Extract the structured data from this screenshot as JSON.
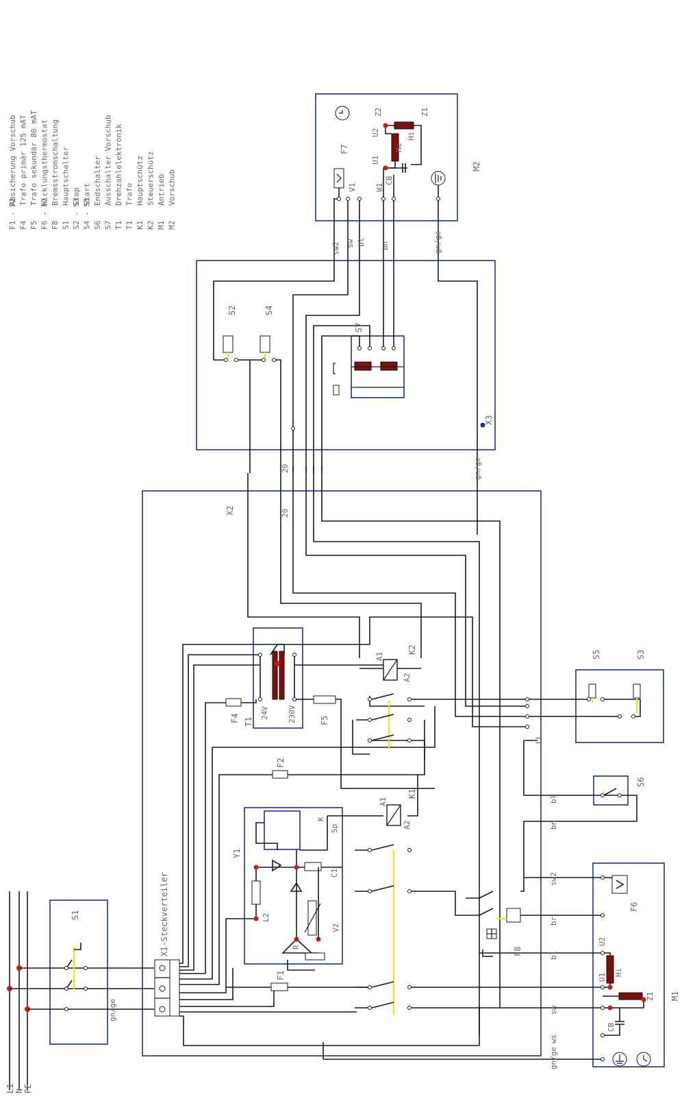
{
  "legend": [
    {
      "code": "F1 - F2",
      "text": "Absicherung Vorschub"
    },
    {
      "code": "F4",
      "text": "Trafo primär      125 mAT"
    },
    {
      "code": "F5",
      "text": "Trafo sekundär      80 mAT"
    },
    {
      "code": "F6 - F7",
      "text": "Wicklungsthermostat"
    },
    {
      "code": "F8",
      "text": "Bremsstromschaltung"
    },
    {
      "code": "S1",
      "text": "Hauptschalter"
    },
    {
      "code": "S2 - S3",
      "text": "Stop"
    },
    {
      "code": "S4 - S5",
      "text": "Start"
    },
    {
      "code": "S6",
      "text": "Endschalter"
    },
    {
      "code": "S7",
      "text": "Ausschalter       Vorschub"
    },
    {
      "code": "T1",
      "text": "Drehzahlelektronik"
    },
    {
      "code": "T1",
      "text": "Trafo"
    },
    {
      "code": "K1",
      "text": "Hauptschütz"
    },
    {
      "code": "K2",
      "text": "Steuerschütz"
    },
    {
      "code": "M1",
      "text": "Antrieb"
    },
    {
      "code": "M2",
      "text": "Vorschub"
    }
  ],
  "labels": {
    "s1": "S1",
    "s2": "S2",
    "s3": "S3",
    "s4": "S4",
    "s5": "S5",
    "s6": "S6",
    "s7": "S7",
    "f1": "F1",
    "f2": "F2",
    "f4": "F4",
    "f5": "F5",
    "f6": "F6",
    "f7": "F7",
    "f8": "F8",
    "k1": "K1",
    "k2": "K2",
    "t1": "T1",
    "y1": "Y1",
    "m1": "M1",
    "m2": "M2",
    "x1": "X1-Steckverteiler",
    "x2": "X2",
    "x3": "X3",
    "l1": "L1",
    "n": "N",
    "pe": "PE",
    "v24": "24V",
    "v230": "230V",
    "a1": "A1",
    "a2": "A2",
    "u1": "U1",
    "u2": "U2",
    "v1": "V1",
    "w1": "W1",
    "z1": "Z1",
    "z2": "Z2",
    "hi": "Hi",
    "ha": "Ha",
    "cb": "CB",
    "sp": "Sp",
    "k": "K",
    "l2": "L2",
    "c1": "C1",
    "v2": "V2",
    "r": "R",
    "gnge": "gn/ge",
    "sw": "sw",
    "bl": "bl",
    "br": "br",
    "ws": "ws",
    "sw2": "sw2",
    "bn": "bn",
    "ll": "LL",
    "t20": "20"
  },
  "colors": {
    "frame": "#1f2f9a",
    "wire": "#1a1a1a",
    "coil": "#7a1010",
    "mechanical_link": "#f2e600",
    "junction": "#cc1a1a",
    "label": "#666666"
  }
}
